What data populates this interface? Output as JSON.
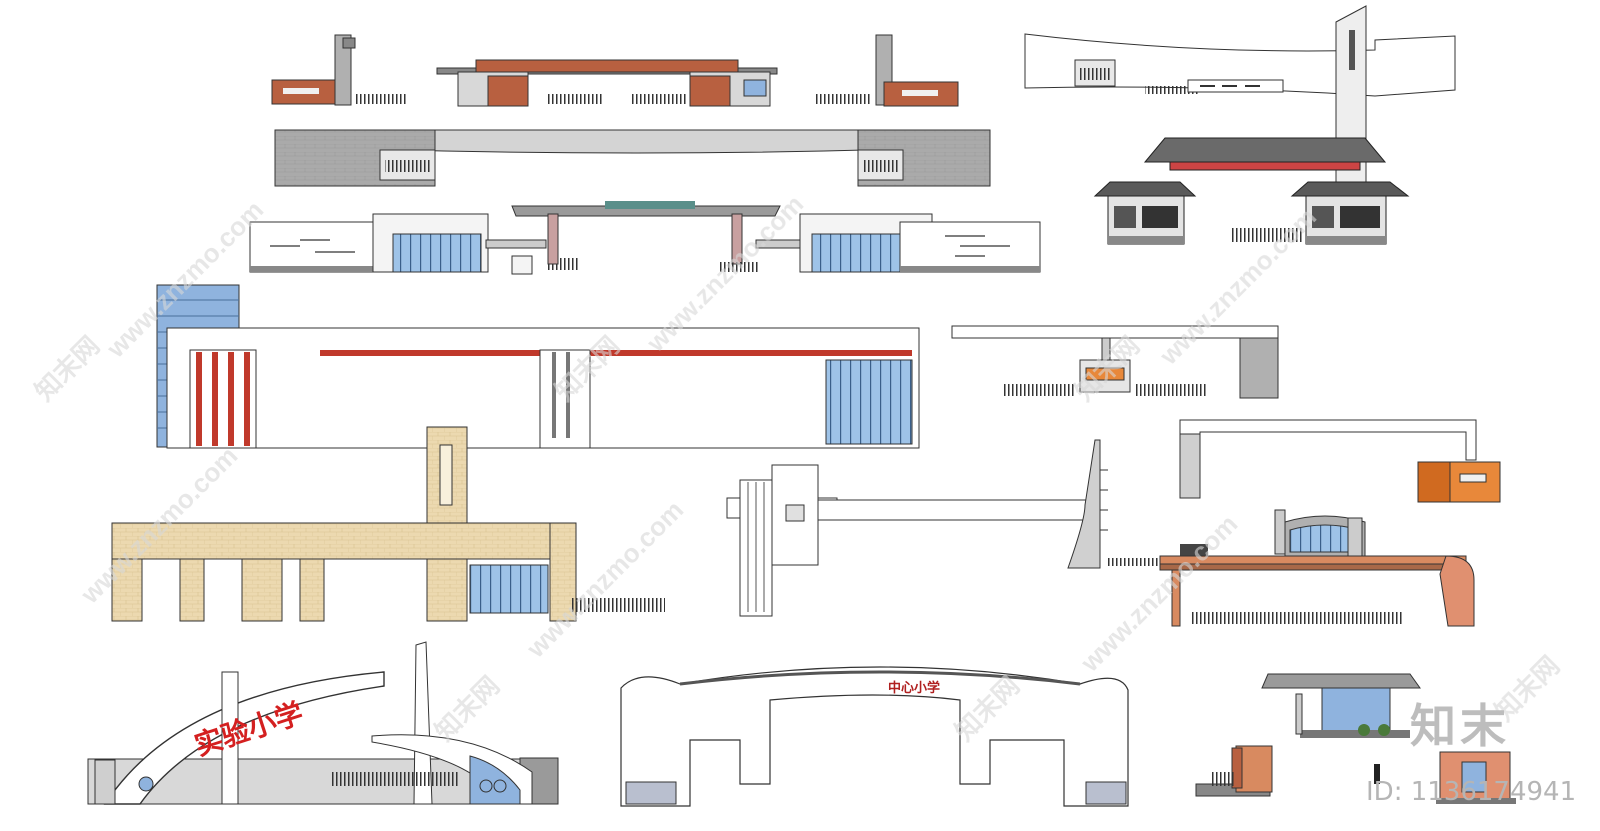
{
  "gates": {
    "g1": "",
    "g2": "",
    "g3": "",
    "g4": "",
    "g5": "",
    "g6": "",
    "g7": "",
    "g8": "",
    "g9": "",
    "g10": "",
    "g11": "",
    "g12": "",
    "g13": ""
  },
  "signs": {
    "experimental_primary": "实验小学",
    "central_primary": "中心小学"
  },
  "watermark": {
    "site": "www.znzmo.com",
    "brand_cn": "知末网",
    "logo": "知末",
    "id_label": "ID: 1136174941"
  },
  "colors": {
    "brick": "#b86040",
    "gray": "#a0a0a0",
    "glass": "#8fb3de",
    "red_stripe": "#c0392b",
    "beige": "#ecd9b0",
    "orange": "#e8883a"
  }
}
